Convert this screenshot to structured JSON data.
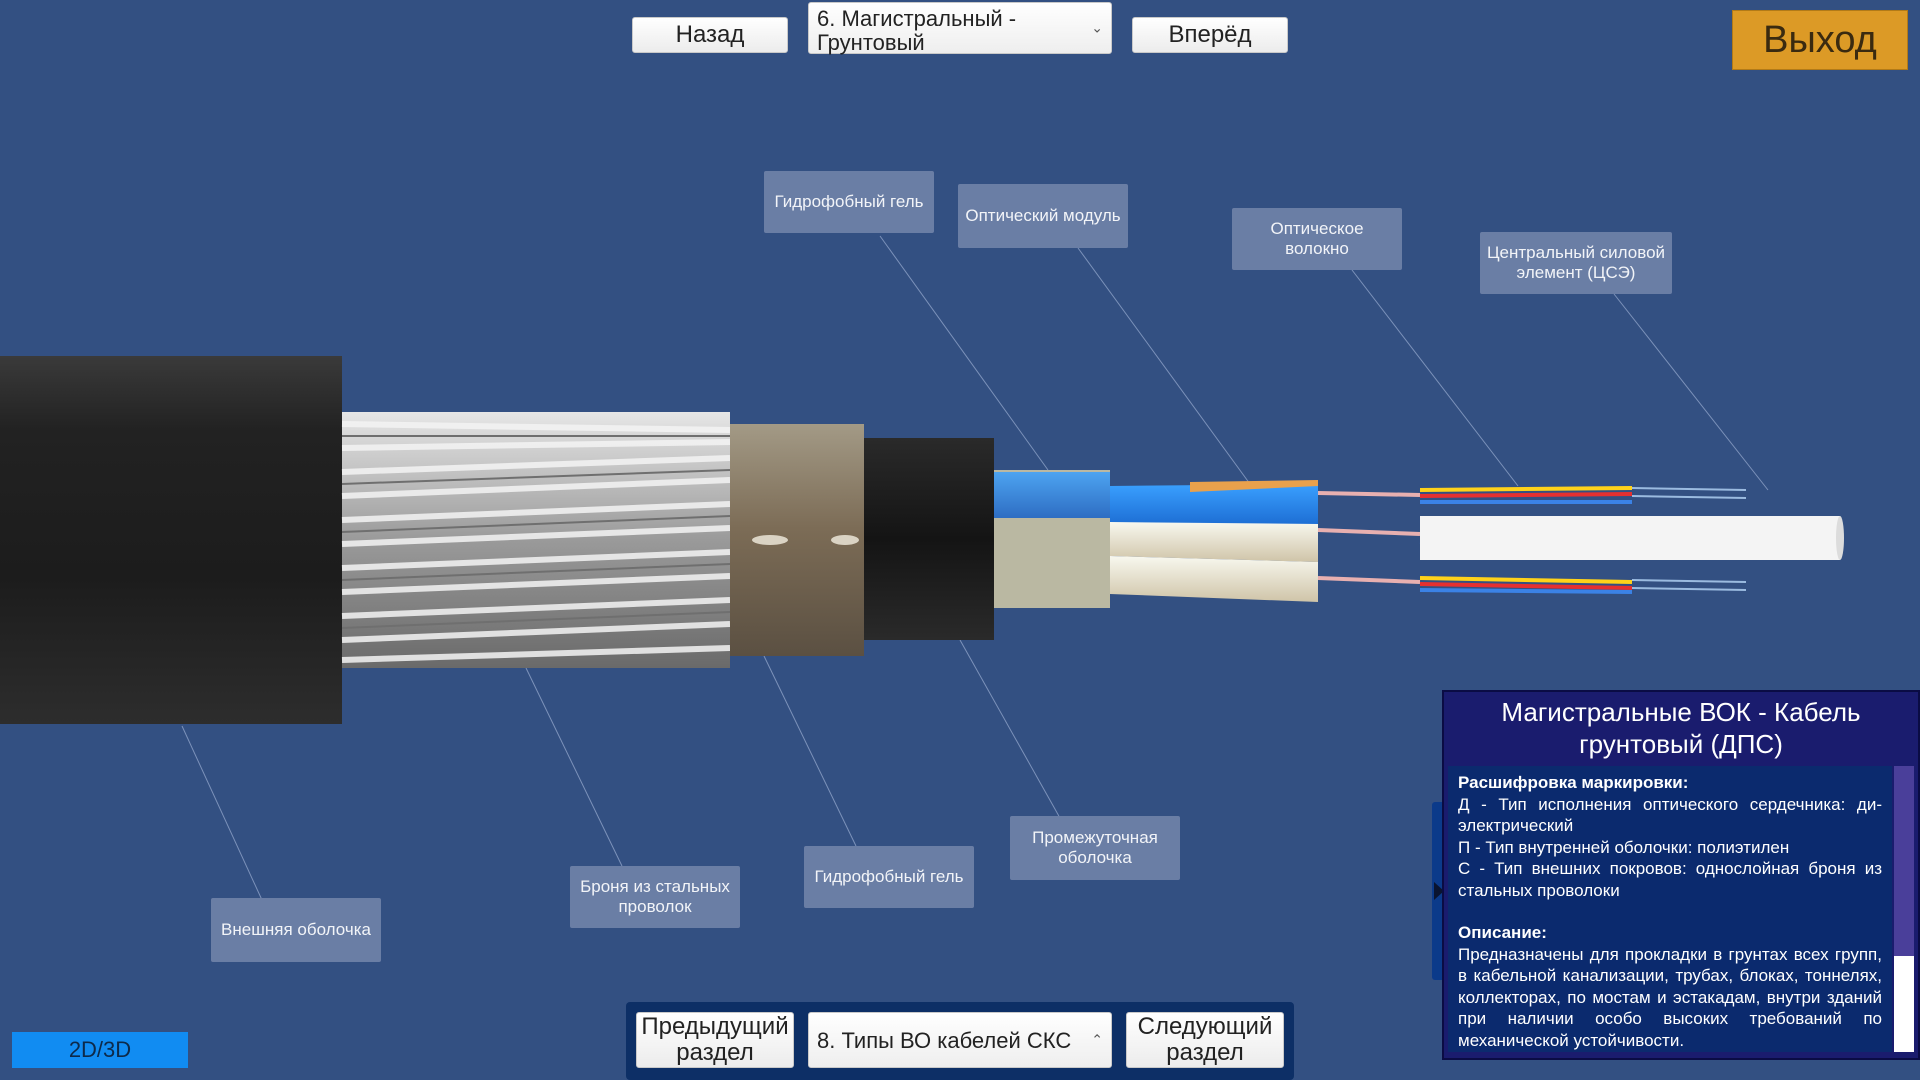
{
  "nav": {
    "back_label": "Назад",
    "forward_label": "Вперёд",
    "current_item": "6. Магистральный - Грунтовый",
    "exit_label": "Выход"
  },
  "callouts": {
    "gel_top": "Гидрофобный гель",
    "optical_module": "Оптический модуль",
    "optical_fiber": "Оптическое волокно",
    "central_member": "Центральный силовой элемент (ЦСЭ)",
    "outer_sheath": "Внешняя оболочка",
    "steel_armor": "Броня из стальных проволок",
    "gel_bottom": "Гидрофобный гель",
    "intermediate_sheath": "Промежуточная оболочка"
  },
  "view_toggle": "2D/3D",
  "section_nav": {
    "prev_label": "Предыдущий раздел",
    "current_section": "8. Типы ВО кабелей СКС",
    "next_label": "Следующий раздел"
  },
  "info_panel": {
    "title": "Магистральные ВОК - Кабель грунтовый (ДПС)",
    "marking_heading": "Расшифровка маркировки:",
    "marking_lines": [
      "Д - Тип исполнения оптического сердечника: ди-электрический",
      "П - Тип внутренней оболочки: полиэтилен",
      "С - Тип внешних покровов: однослойная броня из стальных проволоки"
    ],
    "description_heading": "Описание:",
    "description": "Предназначены для прокладки в грунтах всех групп, в кабельной канализации, трубах, блоках, тоннелях, коллекторах, по мостам и эстакадам, внутри зданий при наличии особо высоких требований по механической устойчивости."
  },
  "colors": {
    "background": "#335082",
    "exit_button": "#dc9a26",
    "toggle": "#118cf2",
    "callout": "#6a7ea5",
    "panel": "#1a1c6e"
  }
}
